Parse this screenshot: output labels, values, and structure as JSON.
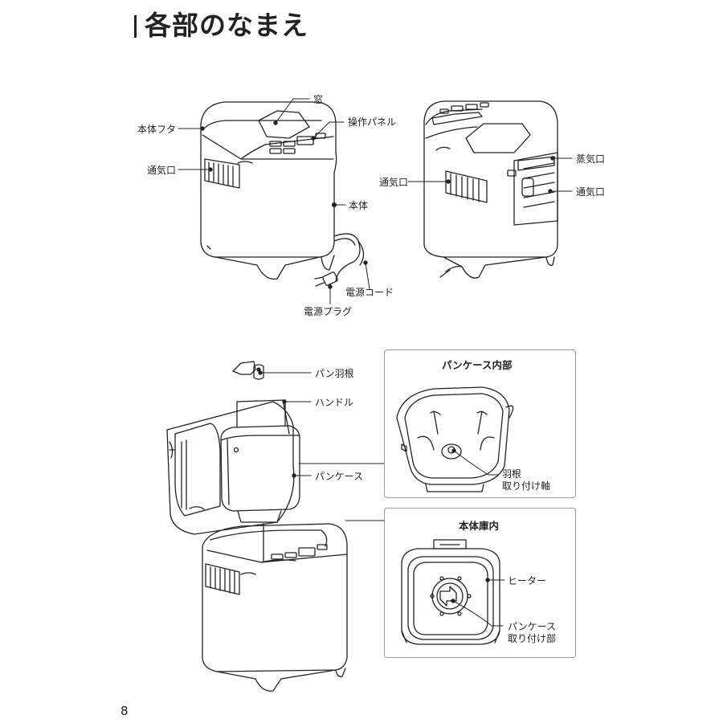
{
  "page": {
    "title": "各部のなまえ",
    "page_number": "8"
  },
  "diagram1": {
    "labels": {
      "window": "窓",
      "lid": "本体フタ",
      "control_panel": "操作パネル",
      "vent_left": "通気口",
      "body": "本体",
      "power_cord": "電源コード",
      "power_plug": "電源プラグ"
    }
  },
  "diagram2": {
    "labels": {
      "steam_vent": "蒸気口",
      "vent_side": "通気口",
      "vent_back": "通気口"
    }
  },
  "diagram3": {
    "labels": {
      "paddle": "パン羽根",
      "handle": "ハンドル",
      "bread_pan": "パンケース"
    }
  },
  "detail_pan": {
    "heading": "パンケース内部",
    "shaft_line1": "羽根",
    "shaft_line2": "取り付け軸"
  },
  "detail_chamber": {
    "heading": "本体庫内",
    "heater": "ヒーター",
    "mount_line1": "パンケース",
    "mount_line2": "取り付け部"
  }
}
